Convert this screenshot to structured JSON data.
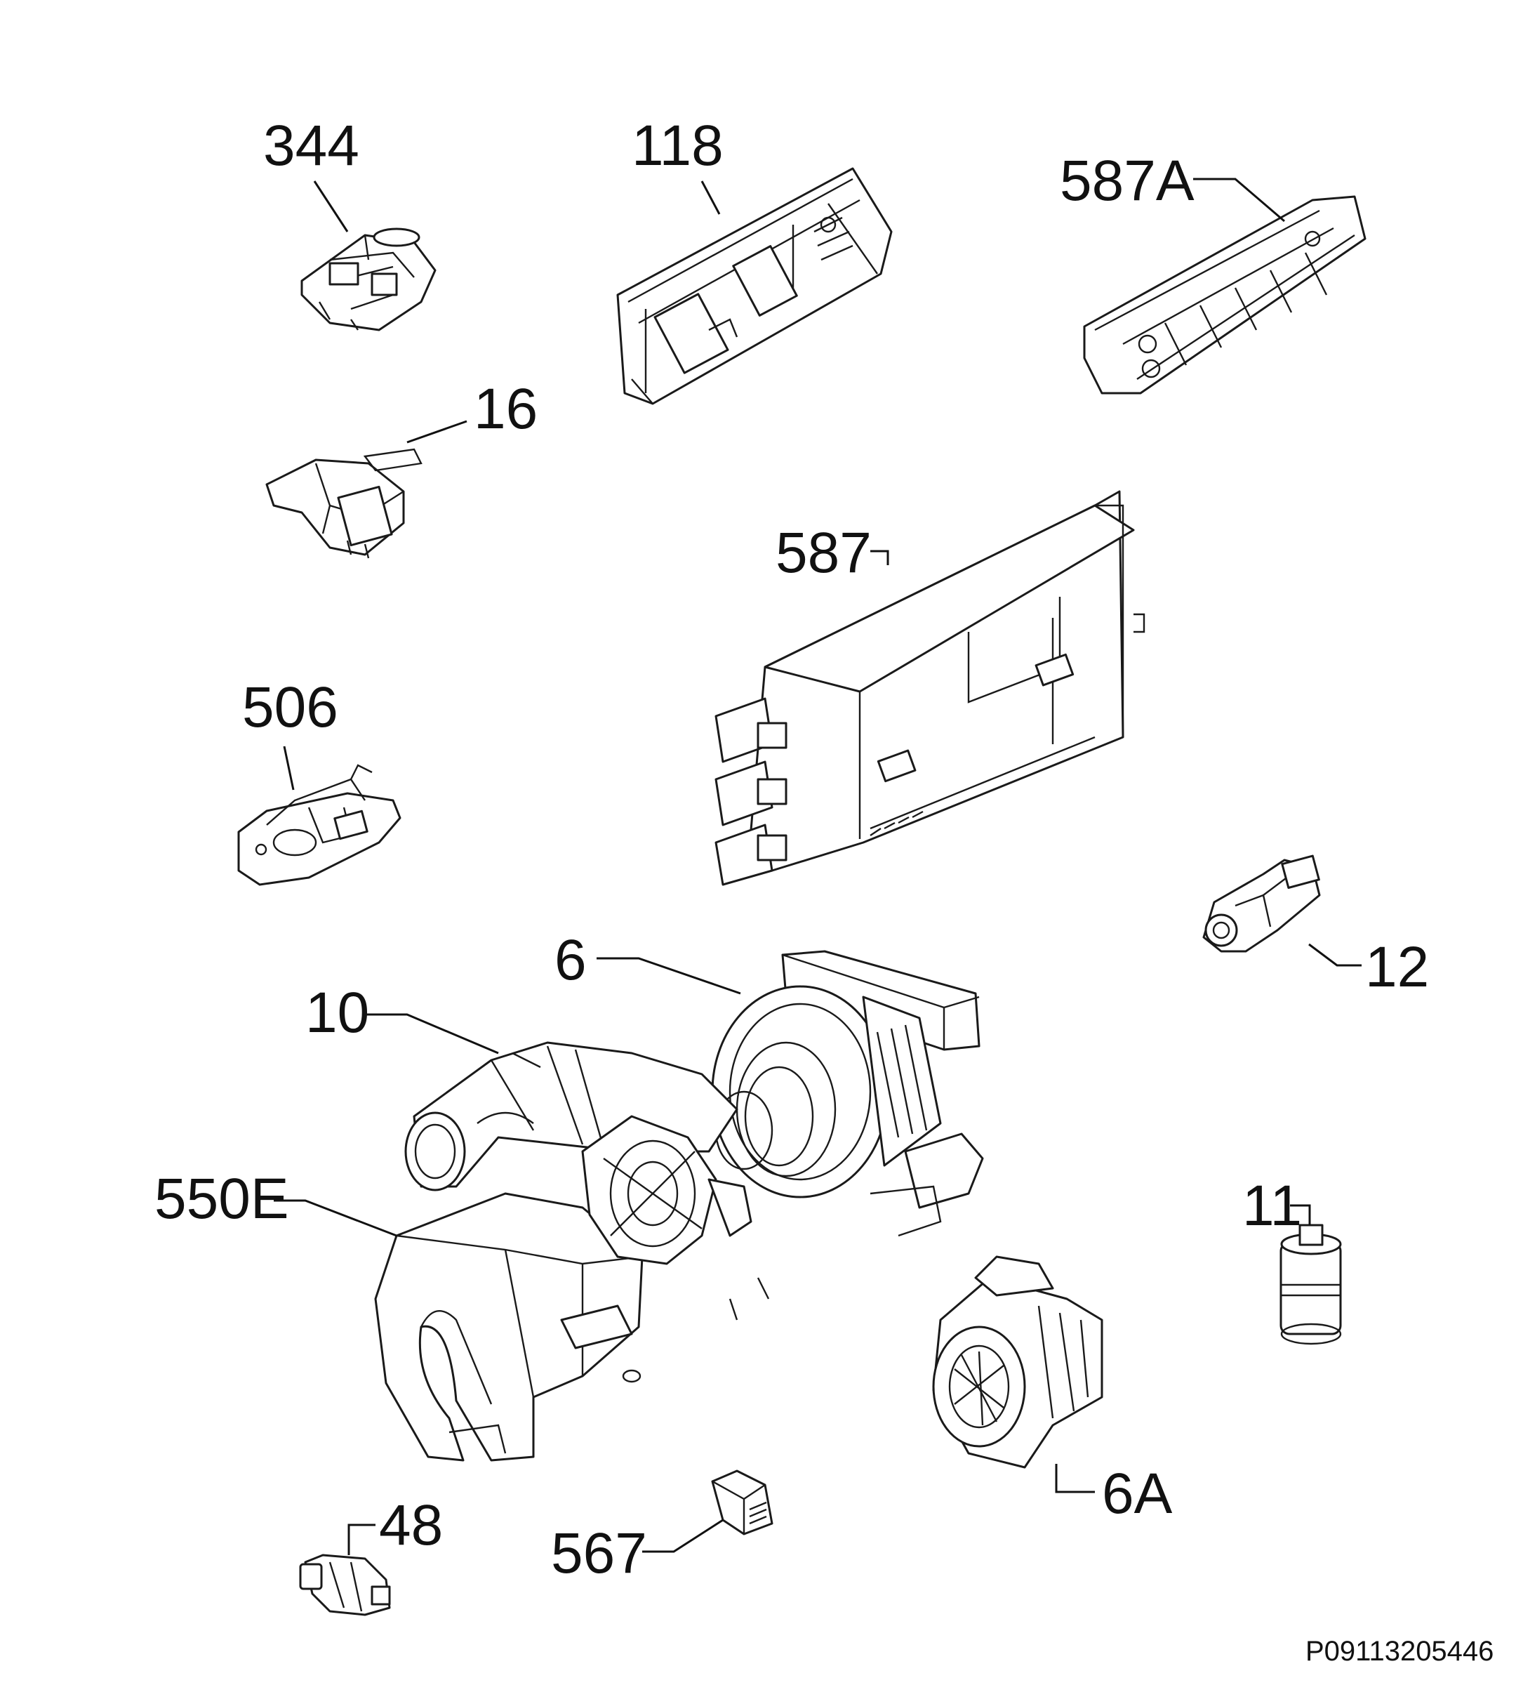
{
  "labels": {
    "p344": "344",
    "p118": "118",
    "p587A": "587A",
    "p16": "16",
    "p587": "587",
    "p506": "506",
    "p6": "6",
    "p12": "12",
    "p10": "10",
    "p550E": "550E",
    "p11": "11",
    "p6A": "6A",
    "p48": "48",
    "p567": "567"
  },
  "reference": "P09113205446",
  "colors": {
    "line": "#1a1a1a",
    "background": "#ffffff"
  }
}
